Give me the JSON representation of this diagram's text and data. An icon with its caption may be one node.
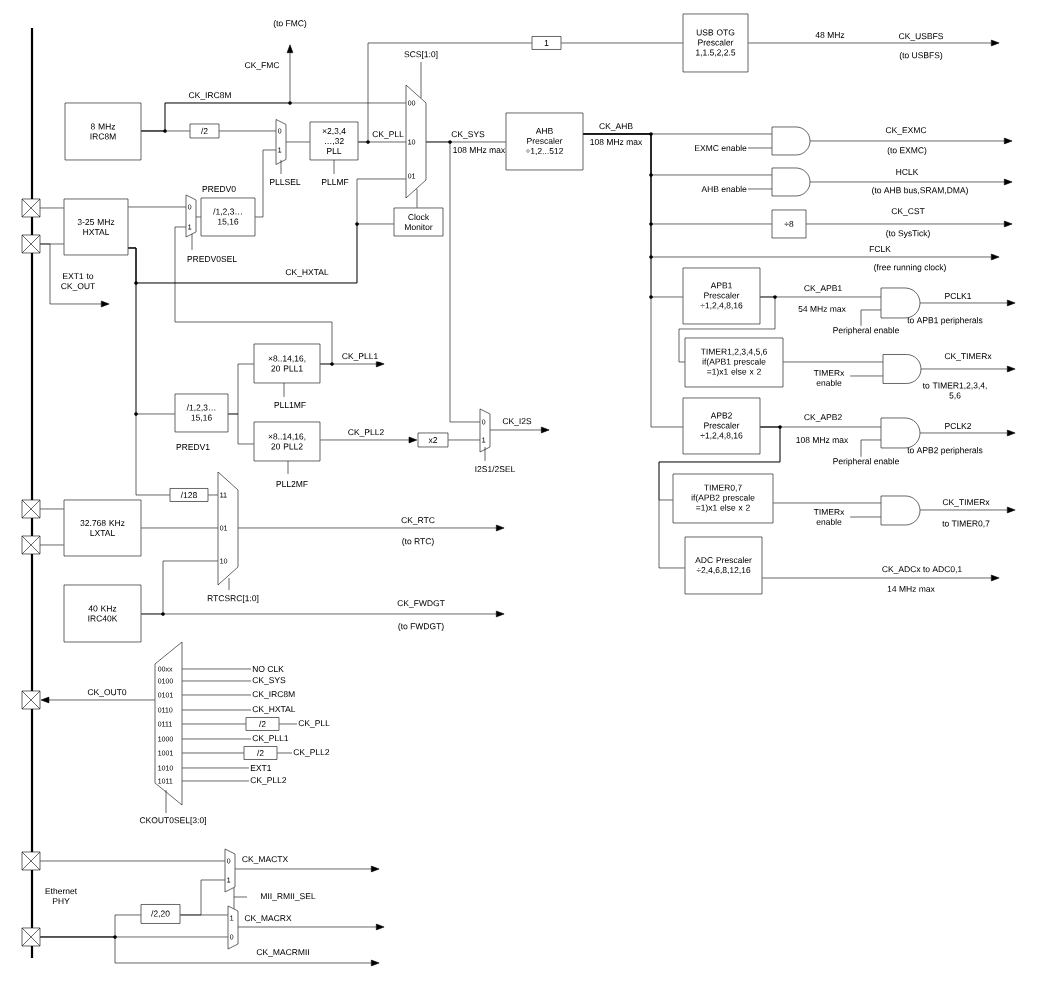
{
  "diagram": {
    "nodes": [
      {
        "text": [
          "8 MHz IRC8M"
        ]
      },
      {
        "text": [
          "/2"
        ]
      },
      {
        "text": [],
        "shape": "trapezoid",
        "beside": [
          "PLLSEL"
        ]
      },
      {
        "text": [
          "×2,3,4 …,32 PLL"
        ],
        "beside": [
          "PLLMF"
        ]
      },
      {
        "text": [],
        "shape": "trapezoid",
        "beside": [
          "SCS[1:0]"
        ]
      },
      {
        "text": [
          "Clock Monitor"
        ]
      },
      {
        "text": [
          "3-25 MHz HXTAL"
        ]
      },
      {
        "text": [],
        "shape": "trapezoid",
        "beside": [
          "PREDV0SEL"
        ]
      },
      {
        "text": [
          "/1,2,3… 15,16"
        ],
        "beside": [
          "PREDV0"
        ]
      },
      {
        "text": [
          "USB OTG Prescaler 1,1.5,2,2.5"
        ]
      },
      {
        "text": [
          "1"
        ]
      },
      {
        "text": [
          "AHB Prescaler ÷1,2...512"
        ]
      },
      {
        "text": [],
        "shape": "gate"
      },
      {
        "text": [],
        "shape": "gate"
      },
      {
        "text": [
          "÷8"
        ]
      },
      {
        "text": [
          "APB1 Prescaler ÷1,2,4,8,16"
        ]
      },
      {
        "text": [],
        "shape": "gate"
      },
      {
        "text": [
          "TIMER1,2,3,4,5,6 if(APB1 prescale =1)x1 else x 2"
        ]
      },
      {
        "text": [],
        "shape": "gate"
      },
      {
        "text": [
          "APB2 Prescaler ÷1,2,4,8,16"
        ]
      },
      {
        "text": [],
        "shape": "gate"
      },
      {
        "text": [
          "TIMER0,7 if(APB2 prescale =1)x1 else x 2"
        ]
      },
      {
        "text": [],
        "shape": "gate"
      },
      {
        "text": [
          "ADC Prescaler ÷2,4,6,8,12,16"
        ]
      },
      {
        "text": [
          "/1,2,3… 15,16"
        ],
        "beside": [
          "PREDV1"
        ]
      },
      {
        "text": [
          "×8..14,16, 20 PLL1"
        ],
        "beside": [
          "PLL1MF"
        ]
      },
      {
        "text": [
          "×8..14,16, 20 PLL2"
        ],
        "beside": [
          "PLL2MF"
        ]
      },
      {
        "text": [
          "x2"
        ]
      },
      {
        "text": [],
        "shape": "trapezoid",
        "beside": [
          "I2S1/2SEL"
        ]
      },
      {
        "text": [
          "/128"
        ]
      },
      {
        "text": [],
        "shape": "trapezoid",
        "beside": [
          "RTCSRC[1:0]"
        ]
      },
      {
        "text": [
          "32.768 KHz LXTAL"
        ]
      },
      {
        "text": [
          "40 KHz IRC40K"
        ]
      },
      {
        "text": [],
        "shape": "trapezoid",
        "beside": [
          "CKOUT0SEL[3:0]"
        ]
      },
      {
        "text": [
          "/2"
        ]
      },
      {
        "text": [
          "/2"
        ]
      },
      {
        "text": [
          "/2,20"
        ]
      },
      {
        "text": [],
        "shape": "trapezoid"
      },
      {
        "text": [],
        "shape": "trapezoid"
      },
      {
        "text": [],
        "shape": "box"
      },
      {
        "text": [],
        "shape": "box"
      },
      {
        "text": [],
        "shape": "box"
      },
      {
        "text": [],
        "shape": "box"
      },
      {
        "text": [],
        "shape": "box"
      },
      {
        "text": [],
        "shape": "box"
      },
      {
        "text": [],
        "shape": "box"
      },
      {
        "text": [
          "NO CLK"
        ]
      },
      {
        "text": [
          "CK_SYS"
        ]
      },
      {
        "text": [
          "CK_IRC8M"
        ]
      },
      {
        "text": [
          "CK_HXTAL"
        ]
      },
      {
        "text": [
          "CK_PLL"
        ]
      },
      {
        "text": [
          "CK_PLL1"
        ]
      },
      {
        "text": [
          "CK_PLL2"
        ]
      },
      {
        "text": [
          "EXT1"
        ]
      },
      {
        "text": [
          "CK_PLL2"
        ]
      },
      {
        "text": [
          "EXMC enable"
        ]
      },
      {
        "text": [
          "AHB enable"
        ]
      },
      {
        "text": [
          "Peripheral enable"
        ]
      },
      {
        "text": [
          "TIMERx enable"
        ]
      },
      {
        "text": [
          "Peripheral enable"
        ]
      },
      {
        "text": [
          "TIMERx enable"
        ]
      }
    ],
    "edges": [
      {
        "from": 0,
        "to": 4,
        "arrow": "none",
        "label": "CK_IRC8M"
      },
      {
        "from": 0,
        "to": 1,
        "arrow": "none"
      },
      {
        "from": 0,
        "to": null,
        "arrow": "to",
        "label": "CK_FMC"
      },
      {
        "from": 1,
        "to": 2,
        "arrow": "none"
      },
      {
        "from": 8,
        "to": 2,
        "arrow": "none"
      },
      {
        "from": 2,
        "to": 3,
        "arrow": "none"
      },
      {
        "from": 3,
        "to": 4,
        "arrow": "none",
        "label": "CK_PLL"
      },
      {
        "from": 3,
        "to": 10,
        "arrow": "none"
      },
      {
        "from": 10,
        "to": 9,
        "arrow": "none"
      },
      {
        "from": 9,
        "to": null,
        "arrow": "to",
        "label": "CK_USBFS"
      },
      {
        "from": 39,
        "to": 6,
        "arrow": "none"
      },
      {
        "from": 40,
        "to": 6,
        "arrow": "none"
      },
      {
        "from": 6,
        "to": 7,
        "arrow": "none"
      },
      {
        "from": 6,
        "to": 4,
        "arrow": "none",
        "label": "CK_HXTAL"
      },
      {
        "from": 6,
        "to": 5,
        "arrow": "none"
      },
      {
        "from": 40,
        "to": null,
        "arrow": "to",
        "label": "EXT1 to CK_OUT"
      },
      {
        "from": 7,
        "to": 8,
        "arrow": "none"
      },
      {
        "from": 4,
        "to": 11,
        "arrow": "none",
        "label": "CK_SYS"
      },
      {
        "from": 4,
        "to": 28,
        "arrow": "none"
      },
      {
        "from": 5,
        "to": 4,
        "arrow": "none"
      },
      {
        "from": 25,
        "to": 7,
        "arrow": "none"
      },
      {
        "from": 25,
        "to": null,
        "arrow": "to",
        "label": "CK_PLL1"
      },
      {
        "from": 6,
        "to": 24,
        "arrow": "none"
      },
      {
        "from": 6,
        "to": 29,
        "arrow": "none"
      },
      {
        "from": 24,
        "to": 25,
        "arrow": "none"
      },
      {
        "from": 24,
        "to": 26,
        "arrow": "none"
      },
      {
        "from": 26,
        "to": 27,
        "arrow": "to",
        "label": "CK_PLL2"
      },
      {
        "from": 27,
        "to": 28,
        "arrow": "none"
      },
      {
        "from": 28,
        "to": null,
        "arrow": "to",
        "label": "CK_I2S"
      },
      {
        "from": 29,
        "to": 30,
        "arrow": "none"
      },
      {
        "from": 41,
        "to": 31,
        "arrow": "none"
      },
      {
        "from": 42,
        "to": 31,
        "arrow": "none"
      },
      {
        "from": 31,
        "to": 30,
        "arrow": "none"
      },
      {
        "from": 32,
        "to": 30,
        "arrow": "none"
      },
      {
        "from": 30,
        "to": null,
        "arrow": "to",
        "label": "CK_RTC"
      },
      {
        "from": 32,
        "to": null,
        "arrow": "to",
        "label": "CK_FWDGT"
      },
      {
        "from": 33,
        "to": 43,
        "arrow": "to",
        "label": "CK_OUT0"
      },
      {
        "from": 46,
        "to": 33,
        "arrow": "none"
      },
      {
        "from": 47,
        "to": 33,
        "arrow": "none"
      },
      {
        "from": 48,
        "to": 33,
        "arrow": "none"
      },
      {
        "from": 49,
        "to": 33,
        "arrow": "none"
      },
      {
        "from": 50,
        "to": 34,
        "arrow": "none"
      },
      {
        "from": 34,
        "to": 33,
        "arrow": "none"
      },
      {
        "from": 51,
        "to": 33,
        "arrow": "none"
      },
      {
        "from": 52,
        "to": 35,
        "arrow": "none"
      },
      {
        "from": 35,
        "to": 33,
        "arrow": "none"
      },
      {
        "from": 53,
        "to": 33,
        "arrow": "none"
      },
      {
        "from": 54,
        "to": 33,
        "arrow": "none"
      },
      {
        "from": 44,
        "to": 37,
        "arrow": "none"
      },
      {
        "from": 37,
        "to": null,
        "arrow": "to",
        "label": "CK_MACTX"
      },
      {
        "from": 45,
        "to": 38,
        "arrow": "none"
      },
      {
        "from": 45,
        "to": 36,
        "arrow": "none"
      },
      {
        "from": 36,
        "to": 38,
        "arrow": "none"
      },
      {
        "from": 36,
        "to": 37,
        "arrow": "none"
      },
      {
        "from": 38,
        "to": null,
        "arrow": "to",
        "label": "CK_MACRX"
      },
      {
        "from": 45,
        "to": null,
        "arrow": "to",
        "label": "CK_MACRMII"
      },
      {
        "from": 11,
        "to": 12,
        "arrow": "none",
        "label": "CK_AHB"
      },
      {
        "from": 11,
        "to": 13,
        "arrow": "none"
      },
      {
        "from": 11,
        "to": 14,
        "arrow": "none"
      },
      {
        "from": 11,
        "to": null,
        "arrow": "to",
        "label": "FCLK"
      },
      {
        "from": 11,
        "to": 15,
        "arrow": "none"
      },
      {
        "from": 11,
        "to": 19,
        "arrow": "none"
      },
      {
        "from": 55,
        "to": 12,
        "arrow": "none"
      },
      {
        "from": 56,
        "to": 13,
        "arrow": "none"
      },
      {
        "from": 12,
        "to": null,
        "arrow": "to",
        "label": "CK_EXMC"
      },
      {
        "from": 13,
        "to": null,
        "arrow": "to",
        "label": "HCLK"
      },
      {
        "from": 14,
        "to": null,
        "arrow": "to",
        "label": "CK_CST"
      },
      {
        "from": 15,
        "to": 16,
        "arrow": "none",
        "label": "CK_APB1"
      },
      {
        "from": 15,
        "to": 17,
        "arrow": "none"
      },
      {
        "from": 57,
        "to": 16,
        "arrow": "none"
      },
      {
        "from": 16,
        "to": null,
        "arrow": "to",
        "label": "PCLK1"
      },
      {
        "from": 17,
        "to": 18,
        "arrow": "none"
      },
      {
        "from": 58,
        "to": 18,
        "arrow": "none"
      },
      {
        "from": 18,
        "to": null,
        "arrow": "to",
        "label": "CK_TIMERx"
      },
      {
        "from": 19,
        "to": 20,
        "arrow": "none",
        "label": "CK_APB2"
      },
      {
        "from": 19,
        "to": 21,
        "arrow": "none"
      },
      {
        "from": 19,
        "to": 23,
        "arrow": "none"
      },
      {
        "from": 59,
        "to": 20,
        "arrow": "none"
      },
      {
        "from": 20,
        "to": null,
        "arrow": "to",
        "label": "PCLK2"
      },
      {
        "from": 21,
        "to": 22,
        "arrow": "none"
      },
      {
        "from": 60,
        "to": 22,
        "arrow": "none"
      },
      {
        "from": 22,
        "to": null,
        "arrow": "to",
        "label": "CK_TIMERx"
      },
      {
        "from": 23,
        "to": null,
        "arrow": "to",
        "label": "CK_ADCx to ADC0,1"
      },
      {
        "from": 37,
        "to": 38,
        "arrow": "none"
      }
    ],
    "labels": [
      "(to FMC)",
      "48 MHz",
      "(to USBFS)",
      "00",
      "0",
      "1",
      "10",
      "108 MHz max",
      "108 MHz max",
      "(to EXMC)",
      "01",
      "(to AHB bus,SRAM,DMA)",
      "0",
      "1",
      "(to SysTick)",
      "(free running clock)",
      "54 MHz max",
      "to APB1 peripherals",
      "to TIMER1,2,3,4, 5,6",
      "0",
      "1",
      "108 MHz max",
      "to APB2 peripherals",
      "11",
      "to TIMER0,7",
      "01",
      "(to RTC)",
      "10",
      "14 MHz max",
      "(to FWDGT)",
      "00xx",
      "0100",
      "0101",
      "0110",
      "0111",
      "1000",
      "1001",
      "1010",
      "1011",
      "0",
      "1",
      "MII_RMII_SEL",
      "Ethernet PHY",
      "1",
      "0"
    ]
  }
}
